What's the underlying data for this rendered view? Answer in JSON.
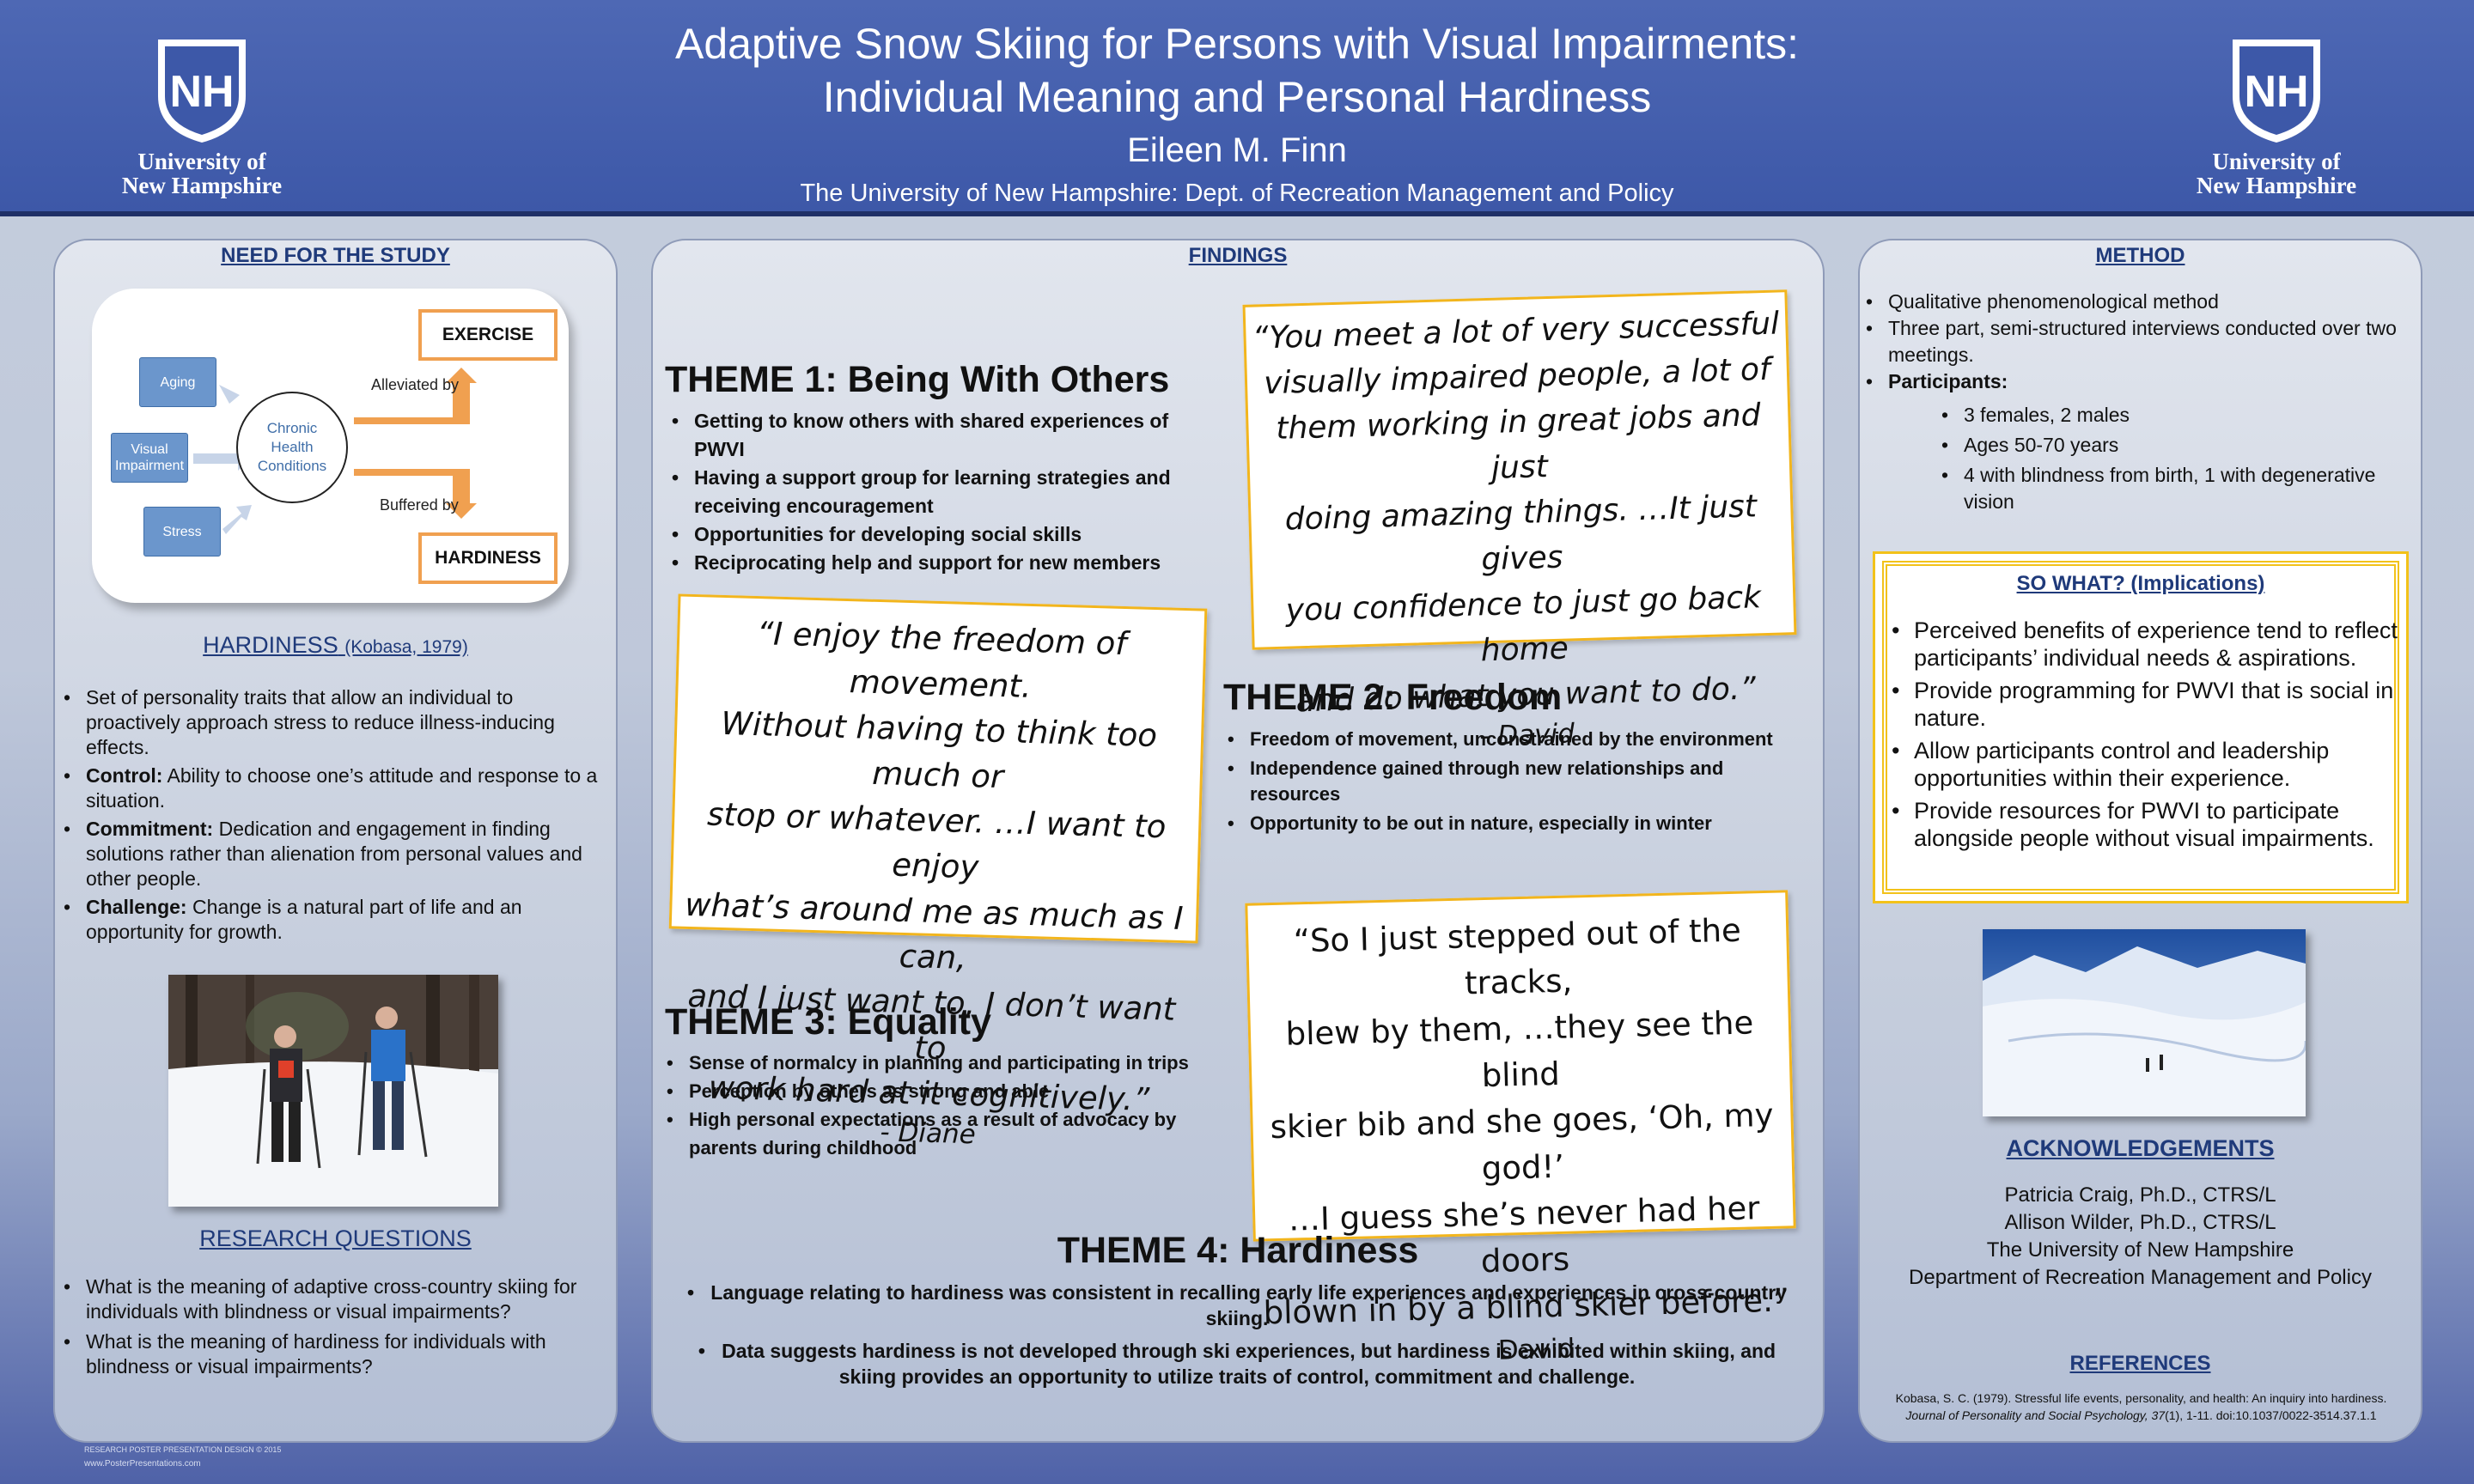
{
  "header": {
    "title_line1": "Adaptive Snow Skiing for Persons with Visual Impairments:",
    "title_line2": "Individual Meaning and Personal Hardiness",
    "author": "Eileen M. Finn",
    "affiliation": "The University of New Hampshire: Dept. of Recreation Management and Policy",
    "logo_mark": "NH",
    "logo_line1": "University of",
    "logo_line2": "New Hampshire"
  },
  "left": {
    "need_heading": "NEED FOR THE STUDY",
    "diagram": {
      "aging": "Aging",
      "visual_line1": "Visual",
      "visual_line2": "Impairment",
      "stress": "Stress",
      "center_line1": "Chronic",
      "center_line2": "Health",
      "center_line3": "Conditions",
      "alleviated": "Alleviated by",
      "buffered": "Buffered by",
      "exercise": "EXERCISE",
      "hardiness": "HARDINESS"
    },
    "hardiness_heading": "HARDINESS",
    "hardiness_cite": "(Kobasa, 1979)",
    "hardiness_items": [
      {
        "label": "",
        "text": "Set of personality traits that allow an individual to proactively approach stress to reduce illness-inducing effects."
      },
      {
        "label": "Control:",
        "text": " Ability to choose one’s attitude and response to a situation."
      },
      {
        "label": "Commitment:",
        "text": " Dedication and engagement in finding solutions rather than alienation from personal values and other people."
      },
      {
        "label": "Challenge:",
        "text": " Change is a natural part of life and an opportunity for growth."
      }
    ],
    "rq_heading": "RESEARCH QUESTIONS",
    "rq_items": [
      "What is the meaning of adaptive cross-country skiing for individuals with blindness or visual impairments?",
      "What is the meaning of hardiness for individuals with blindness or visual impairments?"
    ],
    "footer_line1": "RESEARCH POSTER PRESENTATION DESIGN © 2015",
    "footer_line2": "www.PosterPresentations.com"
  },
  "findings": {
    "heading": "FINDINGS",
    "theme1_title": "THEME 1: Being With Others",
    "theme1_items": [
      "Getting to know others with shared experiences of PWVI",
      "Having a support group for learning strategies and receiving encouragement",
      "Opportunities for developing social skills",
      "Reciprocating help and support for new members"
    ],
    "quote1_lines": [
      "“You meet a lot of very successful",
      "visually impaired people, a lot of",
      "them working in great jobs and just",
      "doing amazing things. …It just gives",
      "you confidence to just go back home",
      "and do what you want to do.”"
    ],
    "quote1_attr": "- David",
    "quote2_lines": [
      "“I enjoy the freedom of movement.",
      "Without having to think too much or",
      "stop or whatever. …I want to enjoy",
      "what’s around me as much as I can,",
      "and I just want to, I don’t want to",
      "work hard at it cognitively.”"
    ],
    "quote2_attr": "- Diane",
    "theme2_title": "THEME 2: Freedom",
    "theme2_items": [
      "Freedom of movement, unconstrained by the environment",
      "Independence gained through new relationships and resources",
      "Opportunity to be out in nature, especially in winter"
    ],
    "theme3_title": "THEME 3: Equality",
    "theme3_items": [
      "Sense of normalcy in planning and participating in trips",
      "Perception by others as strong and able",
      "High personal expectations as a result of advocacy by parents during childhood"
    ],
    "quote3_lines": [
      "“So I just stepped out of the tracks,",
      "blew by them, …they see the blind",
      "skier bib and she goes, ‘Oh, my god!’",
      "…I guess she’s never had her doors",
      "blown in by a blind skier before.”"
    ],
    "quote3_attr": "- David",
    "theme4_title": "THEME 4: Hardiness",
    "theme4_items": [
      "Language relating to hardiness was consistent in recalling early life experiences and experiences in cross-country skiing.",
      "Data suggests hardiness is not developed through ski experiences, but hardiness is exhibited within skiing, and skiing provides an opportunity to utilize traits of control, commitment and challenge."
    ]
  },
  "right": {
    "method_heading": "METHOD",
    "method_items": [
      "Qualitative phenomenological method",
      "Three part, semi-structured interviews conducted over two meetings."
    ],
    "participants_label": "Participants:",
    "participant_items": [
      "3 females, 2 males",
      "Ages 50-70 years",
      "4 with blindness from birth, 1 with degenerative vision"
    ],
    "sowhat_heading": "SO WHAT? (Implications)",
    "sowhat_items": [
      "Perceived benefits of experience tend to reflect participants’ individual needs & aspirations.",
      "Provide programming for PWVI that is social in nature.",
      "Allow participants control and leadership opportunities within their experience.",
      "Provide resources for PWVI to participate alongside people without visual impairments."
    ],
    "ack_heading": "ACKNOWLEDGEMENTS",
    "ack_lines": [
      "Patricia Craig, Ph.D., CTRS/L",
      "Allison Wilder, Ph.D., CTRS/L",
      "The University of New Hampshire",
      "Department of Recreation Management and Policy"
    ],
    "ref_heading": "REFERENCES",
    "ref_line1": "Kobasa, S. C. (1979). Stressful life events, personality, and health: An inquiry into hardiness.",
    "ref_journal": "Journal of Personality and Social Psychology, 37",
    "ref_rest": "(1), 1-11. doi:10.1037/0022-3514.37.1.1"
  },
  "colors": {
    "header_blue": "#3d58a8",
    "heading_blue": "#1f3a7a",
    "quote_border": "#f2b51d",
    "arrow_orange": "#f0a050"
  }
}
